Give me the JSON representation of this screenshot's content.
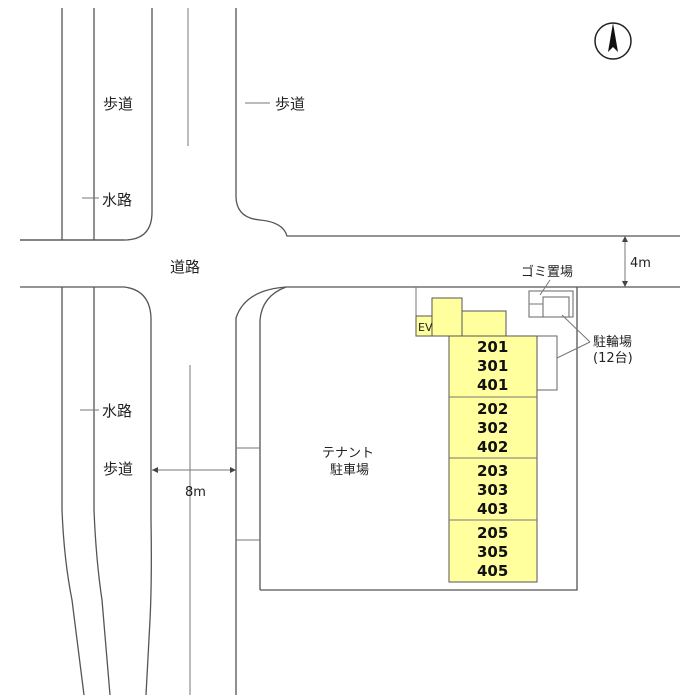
{
  "labels": {
    "sidewalk_top": "歩道",
    "sidewalk_top_right": "歩道",
    "waterway_top": "水路",
    "road": "道路",
    "waterway_bottom": "水路",
    "sidewalk_bottom": "歩道",
    "width_road_bottom": "8m",
    "width_road_right": "4m",
    "garbage": "ゴミ置場",
    "bicycle_line1": "駐輪場",
    "bicycle_line2": "(12台)",
    "tenant_line1": "テナント",
    "tenant_line2": "駐車場",
    "ev": "EV"
  },
  "units": [
    [
      "201",
      "301",
      "401"
    ],
    [
      "202",
      "302",
      "402"
    ],
    [
      "203",
      "303",
      "403"
    ],
    [
      "205",
      "305",
      "405"
    ]
  ],
  "colors": {
    "building": "#ffff9e",
    "line": "#555555"
  },
  "compass": "north-arrow-icon"
}
